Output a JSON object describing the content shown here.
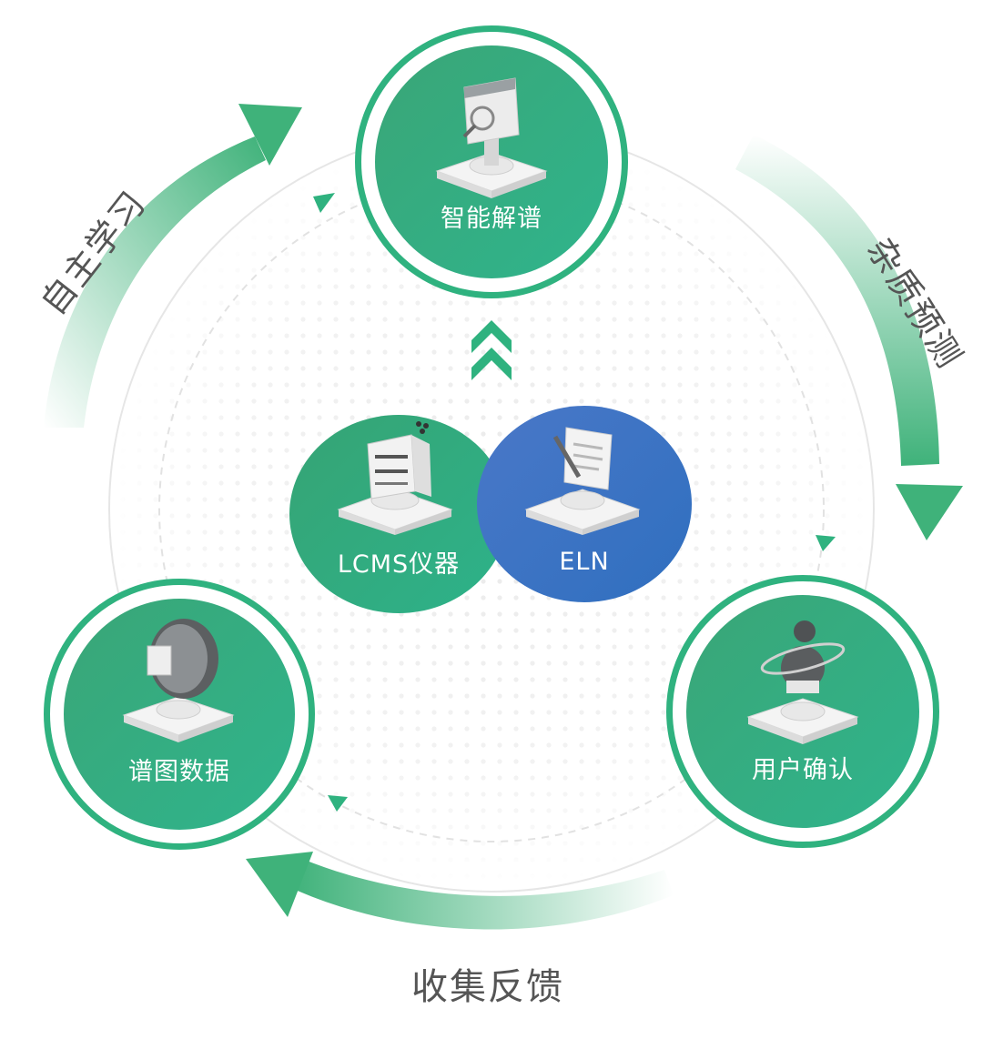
{
  "nodes": {
    "top": {
      "label": "智能解谱",
      "icon": "analysis-device-icon"
    },
    "left": {
      "label": "谱图数据",
      "icon": "spectrum-disc-icon"
    },
    "right": {
      "label": "用户确认",
      "icon": "orbit-sphere-icon"
    },
    "center_left": {
      "label": "LCMS仪器",
      "icon": "lcms-instrument-icon"
    },
    "center_right": {
      "label": "ELN",
      "icon": "notebook-pen-icon"
    }
  },
  "flow_labels": {
    "left": "自主学习",
    "right": "杂质预测",
    "bottom": "收集反馈"
  },
  "colors": {
    "green": "#2fb27f",
    "blue": "#3f74c4",
    "text_gray": "#555555"
  }
}
